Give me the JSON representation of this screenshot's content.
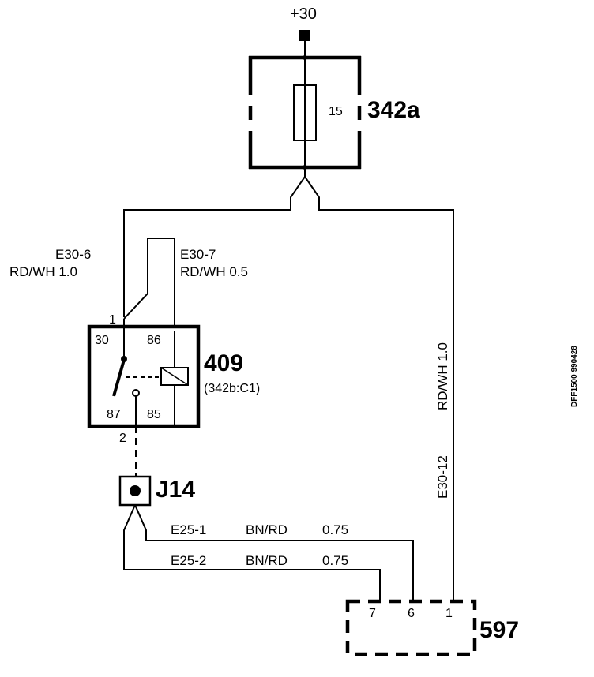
{
  "supply": {
    "label": "+30"
  },
  "fuse_box": {
    "id": "342a",
    "fuse_number": "15"
  },
  "relay": {
    "id": "409",
    "location": "(342b:C1)",
    "pins": {
      "p30": "30",
      "p86": "86",
      "p87": "87",
      "p85": "85"
    },
    "connector_pins": {
      "pin1": "1",
      "pin2": "2"
    }
  },
  "wires": {
    "w1": {
      "code": "E30-6",
      "spec": "RD/WH 1.0"
    },
    "w2": {
      "code": "E30-7",
      "spec": "RD/WH 0.5"
    },
    "w3": {
      "code": "E30-12",
      "spec": "RD/WH 1.0"
    },
    "w4": {
      "code": "E25-1",
      "color": "BN/RD",
      "size": "0.75"
    },
    "w5": {
      "code": "E25-2",
      "color": "BN/RD",
      "size": "0.75"
    }
  },
  "junction": {
    "id": "J14"
  },
  "module": {
    "id": "597",
    "pins": [
      "7",
      "6",
      "1"
    ]
  },
  "drawing_ref": "DFF1500 990428"
}
